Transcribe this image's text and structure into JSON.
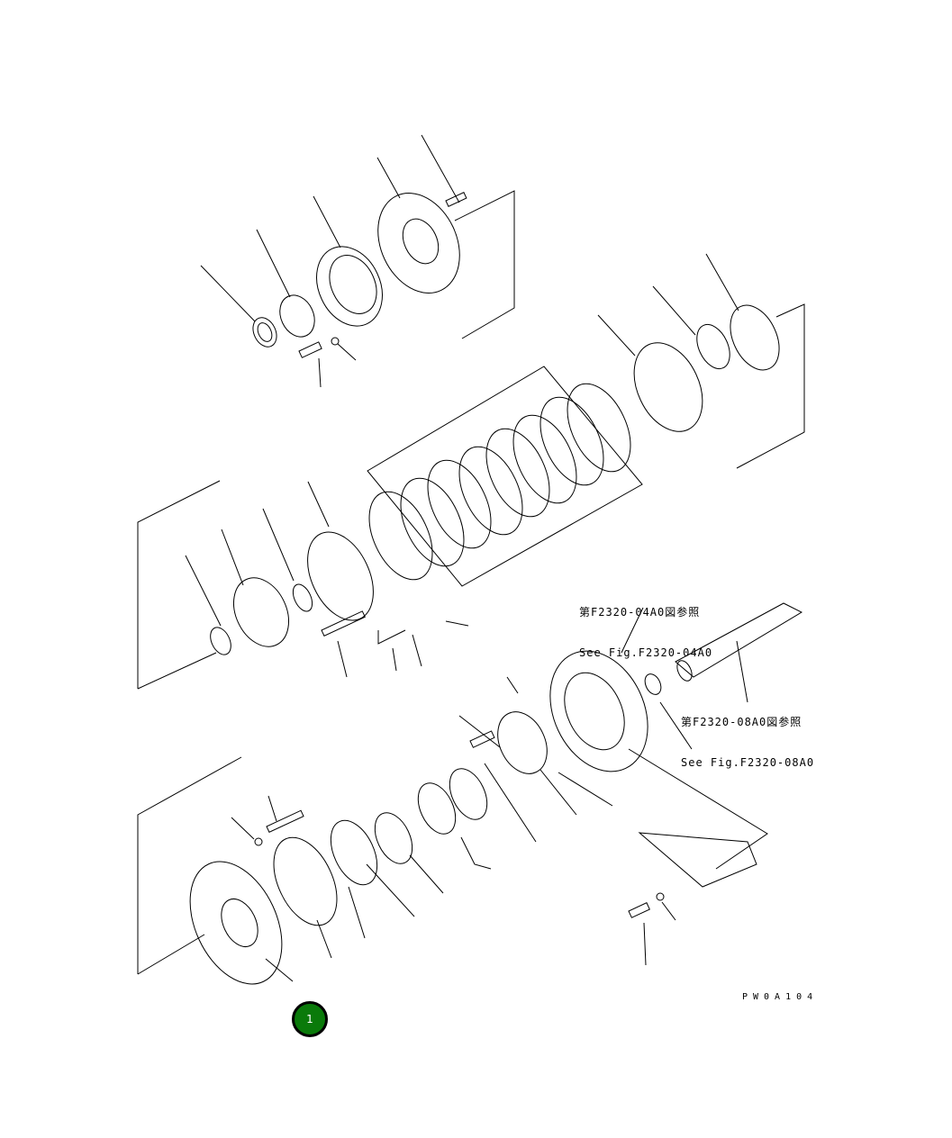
{
  "diagram": {
    "type": "exploded-parts-view",
    "references": [
      {
        "line1": "第F2320-04A0図参照",
        "line2": "See Fig.F2320-04A0"
      },
      {
        "line1": "第F2320-08A0図参照",
        "line2": "See Fig.F2320-08A0"
      }
    ],
    "drawing_code": "PW0A104",
    "page_badge": "1",
    "colors": {
      "line": "#000000",
      "badge": "#0a7a0a",
      "background": "#ffffff"
    }
  }
}
